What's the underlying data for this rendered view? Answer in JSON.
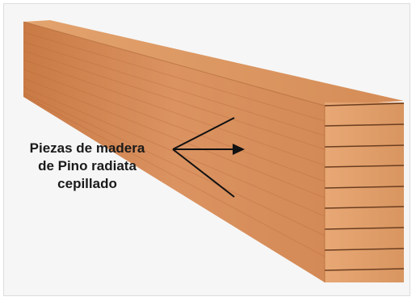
{
  "figure": {
    "label_lines": [
      "Piezas de madera",
      "de Pino radiata",
      "cepillado"
    ]
  },
  "colors": {
    "background": "#f6f6f6",
    "frame_border": "#dcdcdc",
    "wood_side": "#d98c57",
    "wood_top": "#e4a06b",
    "wood_end": "#dd9a66",
    "lamination_line": "#6b3d1f",
    "label_text": "#1a1a1a",
    "arrow": "#111111"
  },
  "icons": {
    "beam": "glulam-beam-illustration",
    "arrow": "pointer-arrow"
  }
}
